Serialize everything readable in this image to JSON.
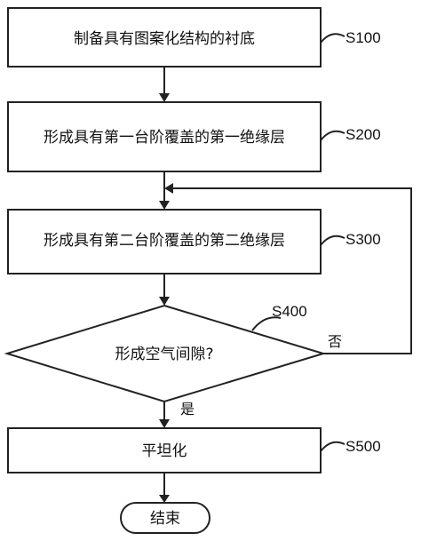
{
  "steps": {
    "s100": {
      "text": "制备具有图案化结构的衬底",
      "label": "S100"
    },
    "s200": {
      "text": "形成具有第一台阶覆盖的第一绝缘层",
      "label": "S200"
    },
    "s300": {
      "text": "形成具有第二台阶覆盖的第二绝缘层",
      "label": "S300"
    },
    "s400": {
      "text": "形成空气间隙?",
      "label": "S400"
    },
    "s500": {
      "text": "平坦化",
      "label": "S500"
    }
  },
  "branches": {
    "no": "否",
    "yes": "是"
  },
  "end": {
    "text": "结束"
  }
}
